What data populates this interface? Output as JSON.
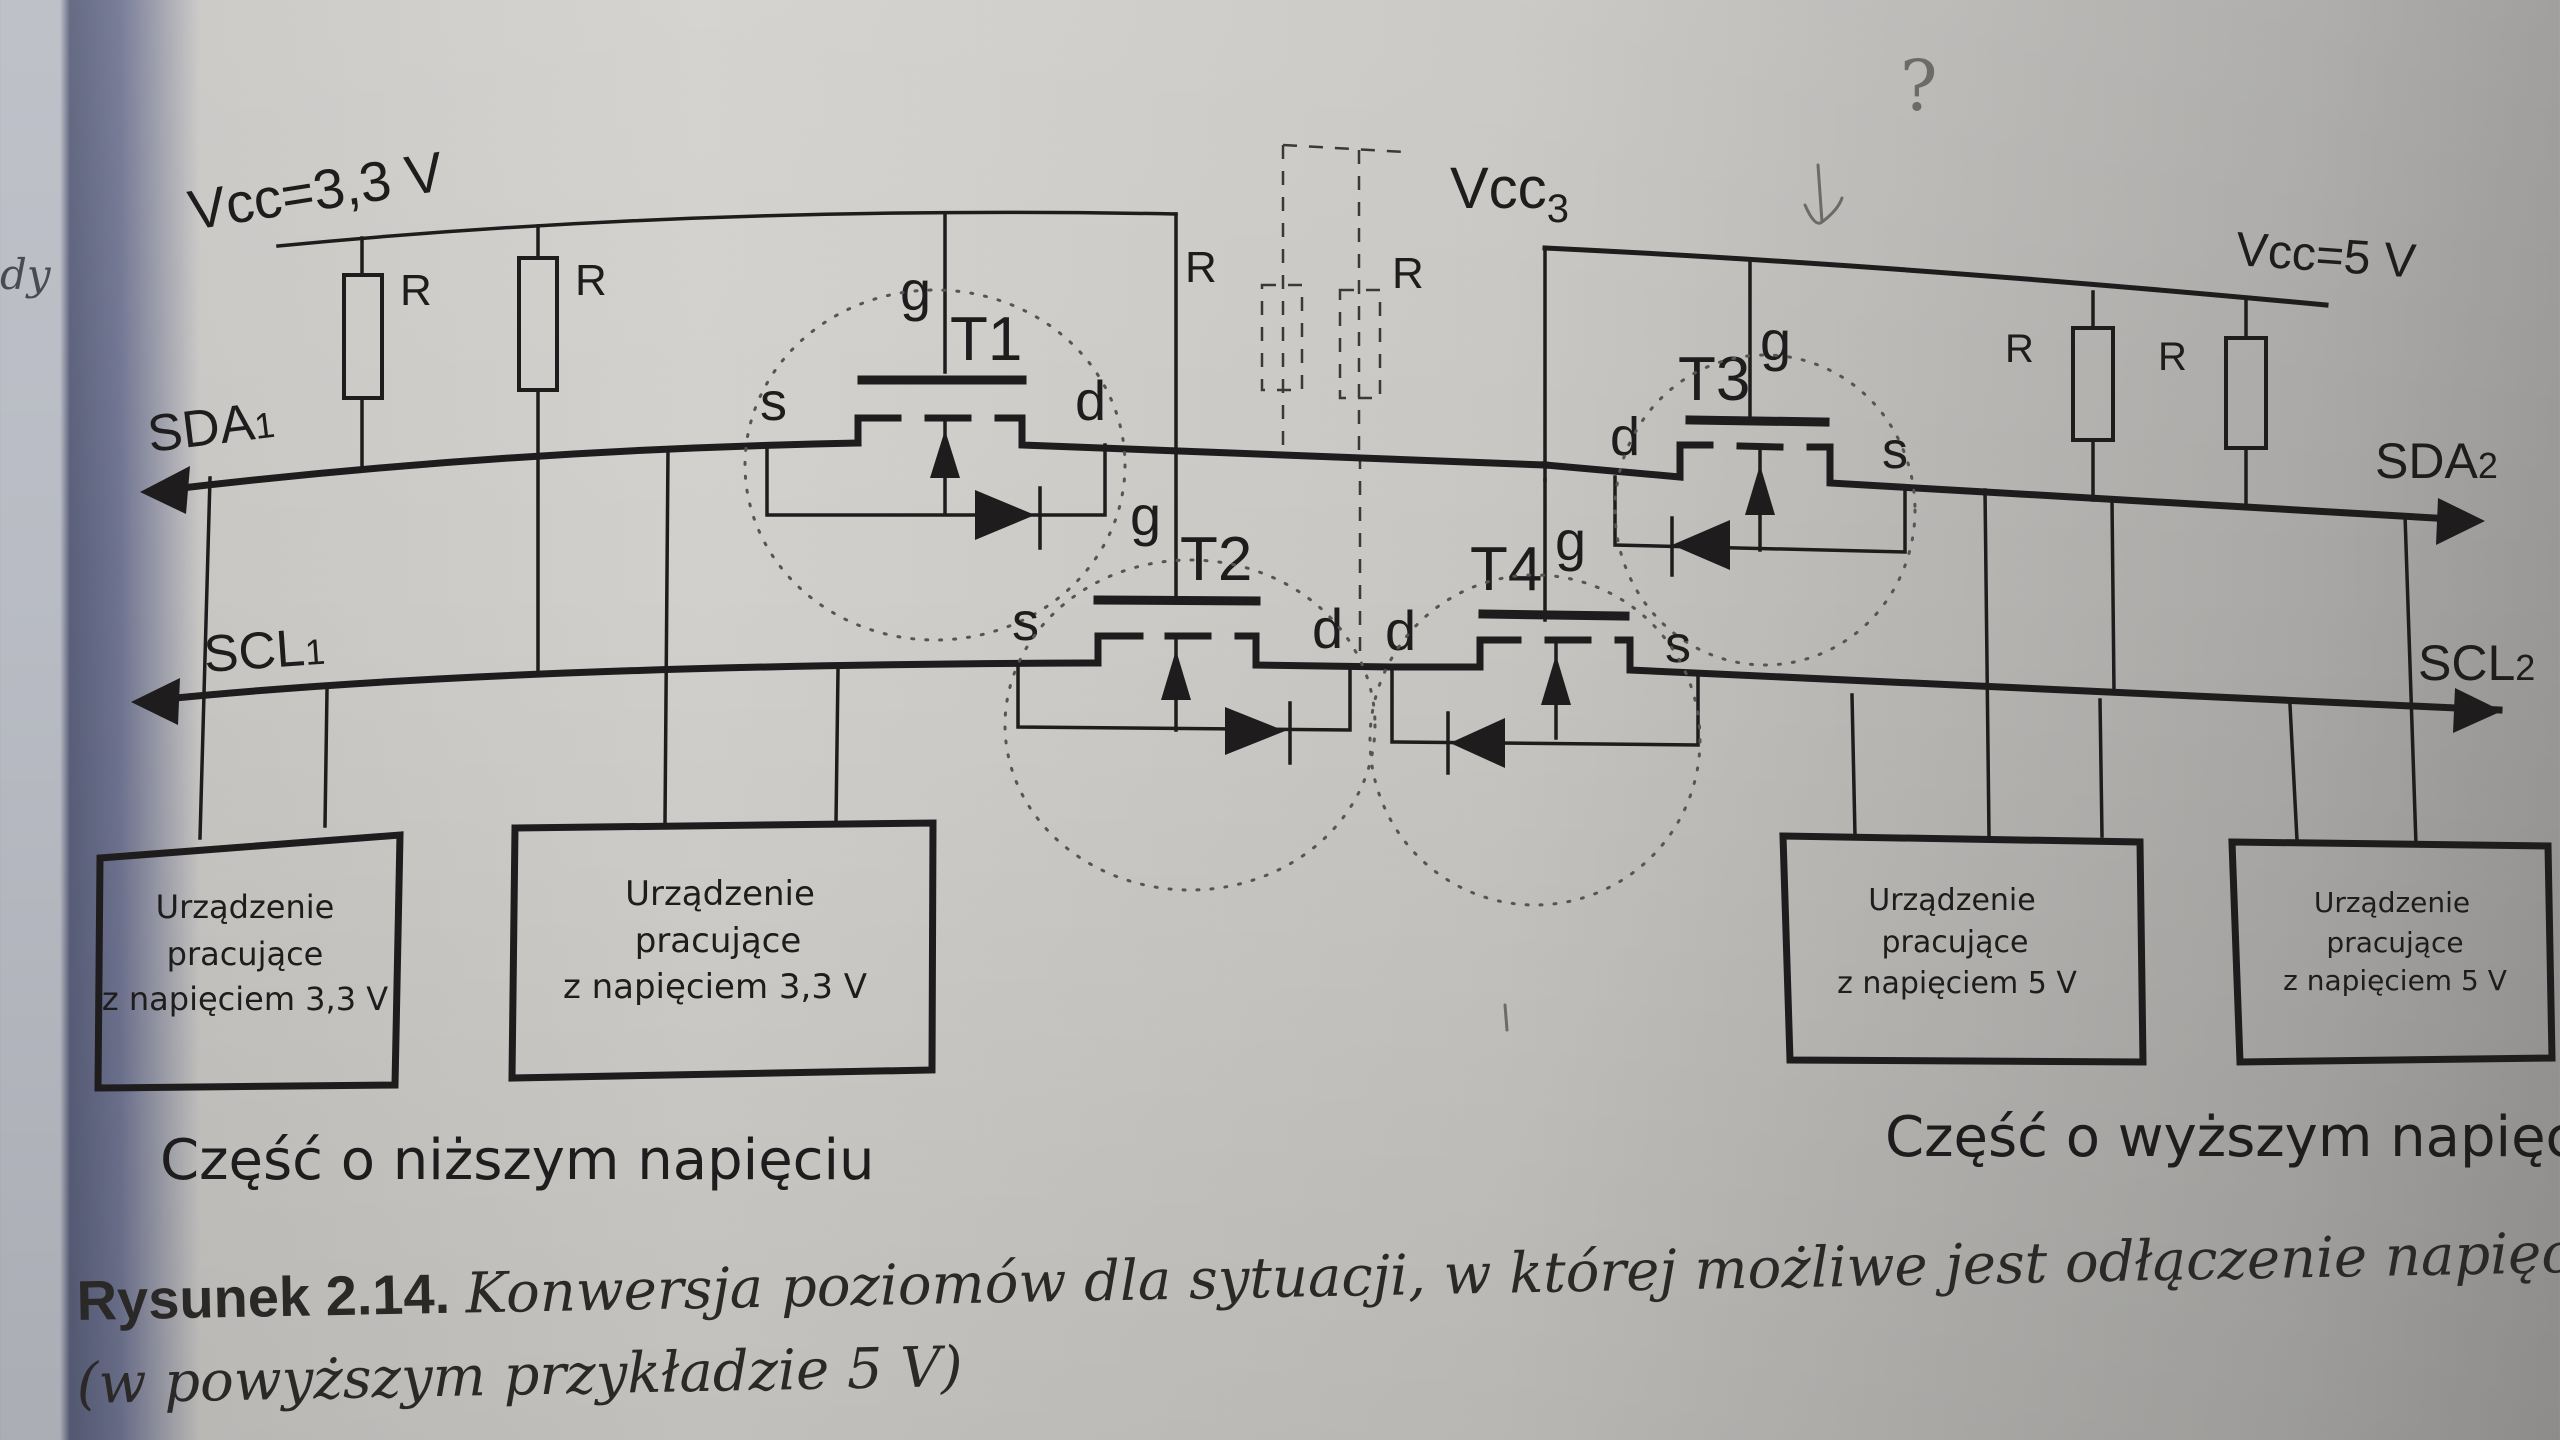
{
  "figure": {
    "caption_number": "Rysunek 2.14.",
    "caption_text": "Konwersja poziomów dla sytuacji, w której możliwe jest odłączenie napięcia wyższeg",
    "caption_continuation": "(w powyższym przykładzie 5 V)"
  },
  "rails": {
    "vcc_low": "Vcc=3,3 V",
    "vcc3_main": "Vcc",
    "vcc3_sub": "3",
    "vcc_high": "Vcc=5 V"
  },
  "buses": {
    "sda1_main": "SDA",
    "sda1_sub": "1",
    "scl1_main": "SCL",
    "scl1_sub": "1",
    "sda2_main": "SDA",
    "sda2_sub": "2",
    "scl2_main": "SCL",
    "scl2_sub": "2"
  },
  "resistors": {
    "r_label": "R",
    "items": [
      {
        "label": "R",
        "style": "solid"
      },
      {
        "label": "R",
        "style": "solid"
      },
      {
        "label": "R",
        "style": "solid"
      },
      {
        "label": "R",
        "style": "dashed"
      },
      {
        "label": "R",
        "style": "solid"
      },
      {
        "label": "R",
        "style": "solid"
      }
    ]
  },
  "transistors": [
    {
      "name": "T1",
      "gate": "g",
      "source": "s",
      "drain": "d"
    },
    {
      "name": "T2",
      "gate": "g",
      "source": "s",
      "drain": "d"
    },
    {
      "name": "T3",
      "gate": "g",
      "source": "s",
      "drain": "d"
    },
    {
      "name": "T4",
      "gate": "g",
      "source": "s",
      "drain": "d"
    }
  ],
  "devices": [
    {
      "line1": "Urządzenie",
      "line2": "pracujące",
      "line3": "z napięciem 3,3 V"
    },
    {
      "line1": "Urządzenie",
      "line2": "pracujące",
      "line3": "z napięciem 3,3 V"
    },
    {
      "line1": "Urządzenie",
      "line2": "pracujące",
      "line3": "z napięciem 5 V"
    },
    {
      "line1": "Urządzenie",
      "line2": "pracujące",
      "line3": "z napięciem 5 V"
    }
  ],
  "sections": {
    "lower": "Część o niższym napięciu",
    "higher": "Część o wyższym napięciu"
  },
  "annotations": {
    "pencil_question": "?",
    "margin_note": "dy"
  }
}
